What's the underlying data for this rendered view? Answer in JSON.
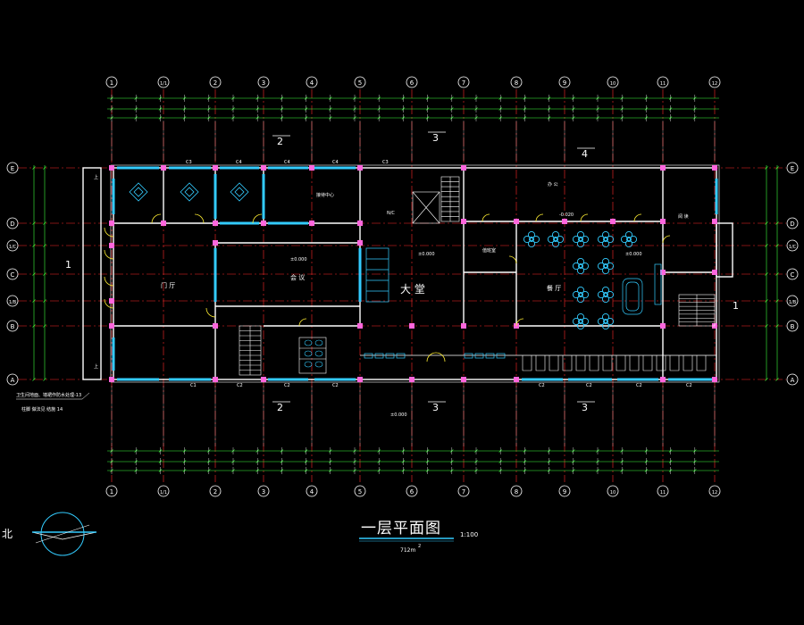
{
  "drawing": {
    "title": "一层平面图",
    "scale": "1:100",
    "area": "712m",
    "area_sup": "2",
    "north_label": "北"
  },
  "axes": {
    "columns": [
      "1",
      "1/1",
      "2",
      "3",
      "4",
      "5",
      "6",
      "7",
      "8",
      "9",
      "10",
      "11",
      "12"
    ],
    "rows": [
      "E",
      "D",
      "1/C",
      "C",
      "1/B",
      "B",
      "A"
    ]
  },
  "section_marks": {
    "top": [
      "2",
      "3",
      "4"
    ],
    "bottom": [
      "2",
      "3",
      "3"
    ],
    "left": "1",
    "right": "1"
  },
  "rooms": {
    "entry_hall": "门 厅",
    "lobby": "大 堂",
    "meeting": "会 议",
    "reception": "接待中心",
    "dining": "餐 厅",
    "office": "办 公",
    "duty": "值班室",
    "reading": "阅 读",
    "ncr": "N/C",
    "stair_up": "上"
  },
  "windows": {
    "top": [
      "C3",
      "C4",
      "C4",
      "C4",
      "C3"
    ],
    "bottom": [
      "C1",
      "C2",
      "C2",
      "C2",
      "C2",
      "C2",
      "C2",
      "C2"
    ]
  },
  "notes": {
    "note1": "卫生间地面、墙裙作防水处理-13",
    "note2": "柱脚 做法见 结施 14",
    "note3": "±0.000",
    "elev1": "±0.000",
    "elev2": "-0.020",
    "elev3": "±0.000",
    "elev4": "±0.000"
  },
  "colors": {
    "background": "#000000",
    "axis_line": "#ff2a2a",
    "wall": "#ffffff",
    "column": "#ff66dd",
    "window": "#33ccff",
    "dimension": "#3cff3c",
    "furniture": "#33ccff",
    "door": "#ffee33"
  }
}
